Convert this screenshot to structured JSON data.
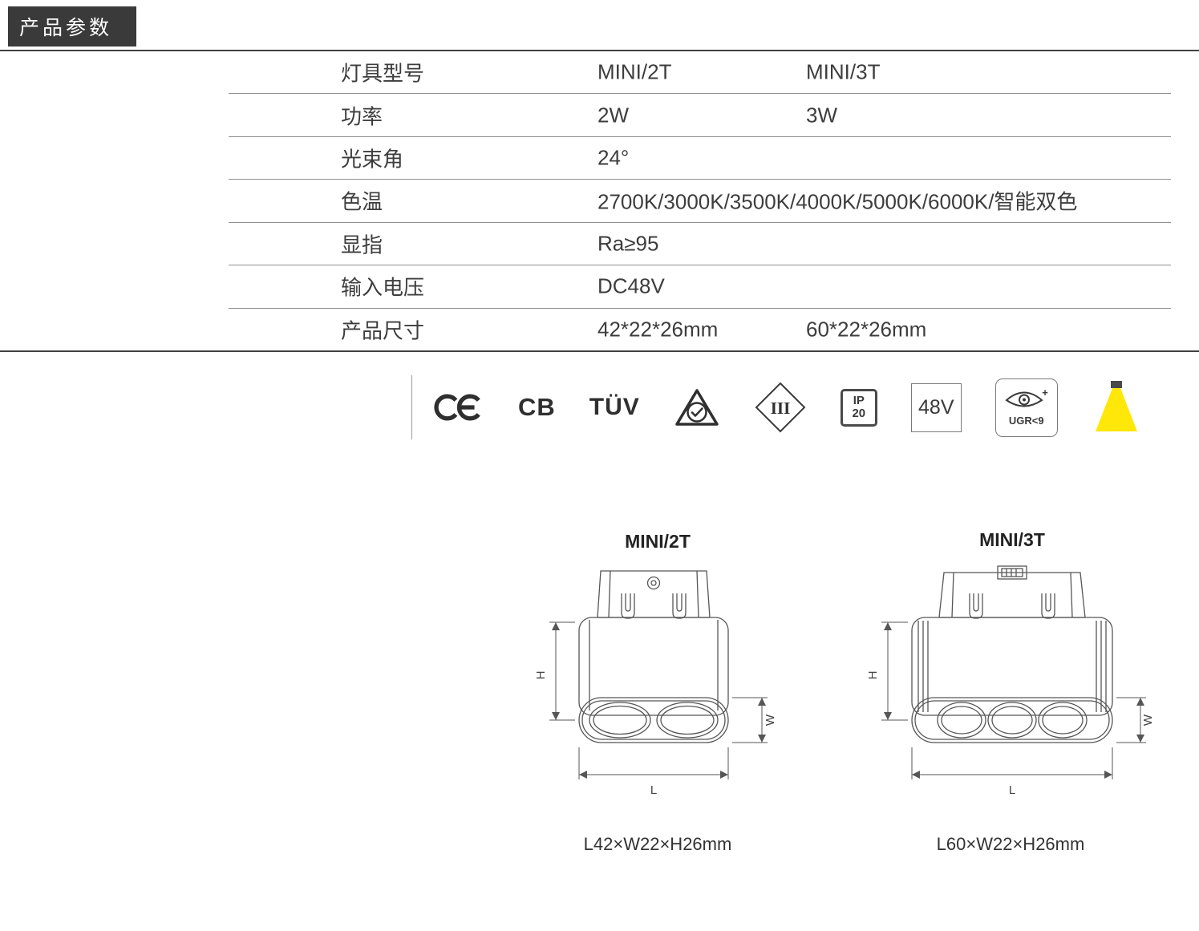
{
  "header": {
    "title": "产品参数"
  },
  "spec_table": {
    "rows": [
      {
        "label": "灯具型号",
        "v1": "MINI/2T",
        "v2": "MINI/3T"
      },
      {
        "label": "功率",
        "v1": "2W",
        "v2": "3W"
      },
      {
        "label": "光束角",
        "v1": "24°",
        "v2": ""
      },
      {
        "label": "色温",
        "v1": "2700K/3000K/3500K/4000K/5000K/6000K/智能双色",
        "v2": ""
      },
      {
        "label": "显指",
        "v1": "Ra≥95",
        "v2": ""
      },
      {
        "label": "输入电压",
        "v1": "DC48V",
        "v2": ""
      },
      {
        "label": "产品尺寸",
        "v1": "42*22*26mm",
        "v2": "60*22*26mm"
      }
    ]
  },
  "certifications": {
    "ce_name": "CE mark",
    "cb_label": "CB",
    "tuv_label": "TÜV",
    "rcm_name": "regulatory-compliance-triangle-check",
    "class_label": "III",
    "ip_line1": "IP",
    "ip_line2": "20",
    "voltage_label": "48V",
    "ugr_plus": "+",
    "ugr_label": "UGR<9",
    "beam_name": "anti-glare-beam"
  },
  "figures": [
    {
      "title": "MINI/2T",
      "dims": "L42×W22×H26mm",
      "h_label": "H",
      "w_label": "W",
      "l_label": "L"
    },
    {
      "title": "MINI/3T",
      "dims": "L60×W22×H26mm",
      "h_label": "H",
      "w_label": "W",
      "l_label": "L"
    }
  ],
  "colors": {
    "badge_bg": "#3a3a3a",
    "beam_yellow": "#ffe70a",
    "line_dark": "#414141",
    "line_light": "#8f8f8f"
  }
}
